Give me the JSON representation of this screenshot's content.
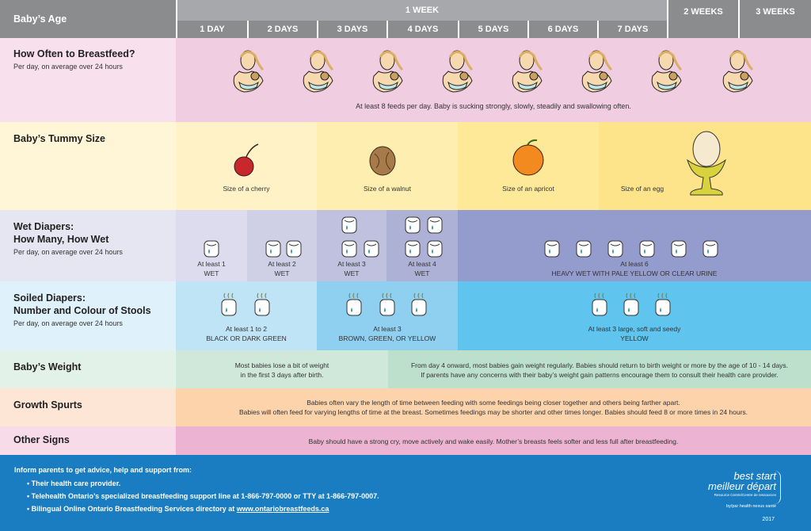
{
  "header": {
    "age_label": "Baby’s Age",
    "week1": "1 WEEK",
    "days": [
      "1 DAY",
      "2 DAYS",
      "3 DAYS",
      "4 DAYS",
      "5 DAYS",
      "6 DAYS",
      "7 DAYS"
    ],
    "week2": "2 WEEKS",
    "week3": "3 WEEKS"
  },
  "breastfeed": {
    "title": "How Often to Breastfeed?",
    "sub": "Per day, on average over 24 hours",
    "note": "At least 8 feeds per day. Baby is sucking strongly, slowly, steadily and swallowing often."
  },
  "tummy": {
    "title": "Baby’s Tummy Size",
    "items": [
      "Size of a cherry",
      "Size of a walnut",
      "Size of an apricot",
      "Size of an egg"
    ]
  },
  "wet": {
    "title1": "Wet Diapers:",
    "title2": "How Many, How Wet",
    "sub": "Per day, on average over 24 hours",
    "items": [
      {
        "a": "At least 1",
        "b": "WET"
      },
      {
        "a": "At least 2",
        "b": "WET"
      },
      {
        "a": "At least 3",
        "b": "WET"
      },
      {
        "a": "At least 4",
        "b": "WET"
      },
      {
        "a": "At least 6",
        "b": "HEAVY WET WITH PALE YELLOW OR CLEAR URINE"
      }
    ]
  },
  "soiled": {
    "title1": "Soiled Diapers:",
    "title2": "Number and Colour of Stools",
    "sub": "Per day, on average over 24 hours",
    "items": [
      {
        "a": "At least 1 to 2",
        "b": "BLACK OR DARK GREEN"
      },
      {
        "a": "At least 3",
        "b": "BROWN, GREEN, OR YELLOW"
      },
      {
        "a": "At least 3 large, soft and seedy",
        "b": "YELLOW"
      }
    ]
  },
  "weight": {
    "title": "Baby’s Weight",
    "a1": "Most babies lose a bit of weight",
    "a2": "in the first 3 days after birth.",
    "b1": "From day 4 onward, most babies gain weight regularly. Babies should return to birth weight or more by the age of 10 - 14 days.",
    "b2": "If parents have any concerns with their baby’s weight gain patterns encourage them to consult their health care provider."
  },
  "growth": {
    "title": "Growth Spurts",
    "l1": "Babies often vary the length of time between feeding with some feedings being closer together and others being farther apart.",
    "l2": "Babies will often feed for varying lengths of time at the breast. Sometimes feedings may be shorter and other times longer. Babies should feed 8 or more times in 24 hours."
  },
  "other": {
    "title": "Other Signs",
    "text": "Baby should have a strong cry, move actively and wake easily. Mother’s breasts feels softer and less full after breastfeeding."
  },
  "footer": {
    "heading": "Inform parents to get advice, help and support from:",
    "bullets": [
      "Their health care provider.",
      "Telehealth Ontario’s specialized breastfeeding support line at 1-866-797-0000 or TTY at 1-866-797-0007.",
      "Bilingual Online Ontario Breastfeeding Services directory at "
    ],
    "link": "www.ontariobreastfeeds.ca",
    "logo1": "best start",
    "logo2": "meilleur départ",
    "logo3": "Resource Centre/Centre de ressources",
    "logo4": "by/par health nexus santé",
    "year": "2017"
  }
}
